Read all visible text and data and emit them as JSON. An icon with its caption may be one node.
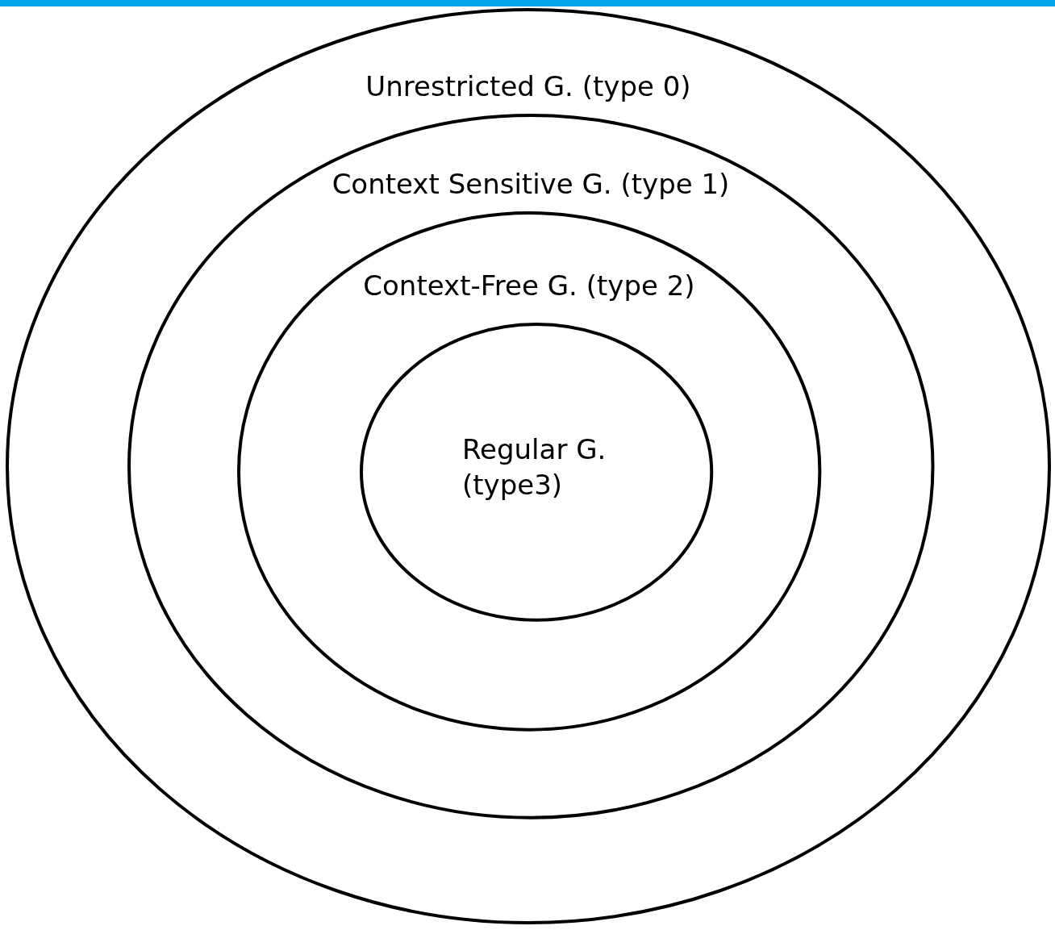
{
  "diagram": {
    "nodes": [
      {
        "text": [
          "Unrestricted G. (type 0)"
        ]
      },
      {
        "text": [
          "Context Sensitive G. (type 1)"
        ],
        "in": 0
      },
      {
        "text": [
          "Context-Free G. (type 2)"
        ],
        "in": 1
      },
      {
        "text": [
          "Regular G. (type3)"
        ],
        "in": 2
      }
    ],
    "edges": []
  }
}
